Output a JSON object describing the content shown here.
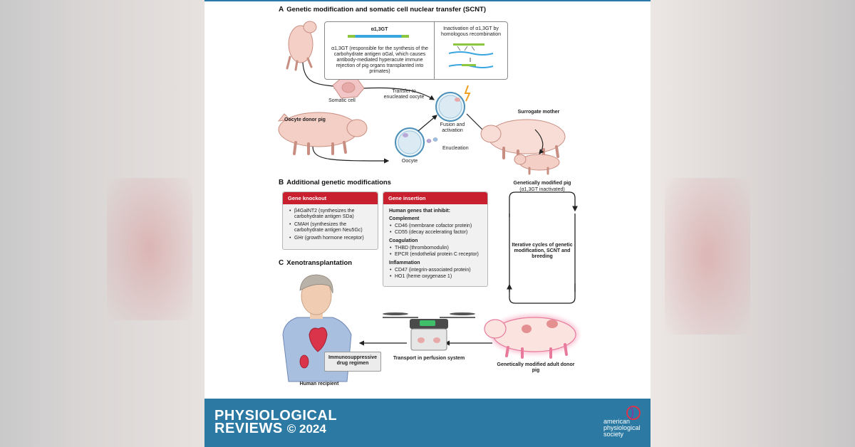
{
  "sections": {
    "a": {
      "letter": "A",
      "title": "Genetic modification and somatic cell nuclear transfer (SCNT)"
    },
    "b": {
      "letter": "B",
      "title": "Additional genetic modifications"
    },
    "c": {
      "letter": "C",
      "title": "Xenotransplantation"
    }
  },
  "panel_a": {
    "gene_label": "α1,3GT",
    "gene_desc": "α1,3GT (responsible for the synthesis of the carbohydrate antigen αGal, which causes antibody-mediated hyperacute immune rejection of pig organs transplanted into primates)",
    "inactivation": "Inactivation of α1,3GT by homologous recombination",
    "somatic_cell": "Somatic cell",
    "transfer": "Transfer to enucleated oocyte",
    "fusion": "Fusion and activation",
    "oocyte_donor": "Oocyte donor pig",
    "enucleation": "Enucleation",
    "oocyte": "Oocyte",
    "surrogate": "Surrogate mother",
    "modified_pig_title": "Genetically modified pig",
    "modified_pig_sub": "(α1,3GT inactivated)"
  },
  "panel_b": {
    "knockout_title": "Gene knockout",
    "knockout_items": [
      "β4GalNT2 (synthesizes the carbohydrate antigen SDa)",
      "CMAH (synthesizes the carbohydrate antigen Neu5Gc)",
      "GHr (growth hormone receptor)"
    ],
    "insertion_title": "Gene insertion",
    "insertion_intro": "Human genes that inhibit:",
    "groups": [
      {
        "name": "Complement",
        "items": [
          "CD46 (membrane cofactor protein)",
          "CD55 (decay accelerating factor)"
        ]
      },
      {
        "name": "Coagulation",
        "items": [
          "THBD (thrombomodulin)",
          "EPCR (endothelial protein C receptor)"
        ]
      },
      {
        "name": "Inflammation",
        "items": [
          "CD47 (integrin-associated protein)",
          "HO1 (heme oxygenase 1)"
        ]
      }
    ],
    "cycle_text": "Iterative cycles of genetic modification, SCNT and breeding"
  },
  "panel_c": {
    "drug": "Immunosuppressive drug regimen",
    "recipient": "Human recipient",
    "transport": "Transport in perfusion system",
    "donor": "Genetically modified adult donor pig"
  },
  "footer": {
    "journal_line1": "PHYSIOLOGICAL",
    "journal_line2": "REVIEWS",
    "copyright": "© 2024",
    "society": [
      "american",
      "physiological",
      "society"
    ]
  },
  "colors": {
    "accent_red": "#c8202e",
    "footer_blue": "#2c7aa3",
    "pig_pink": "#f4cfc6",
    "pig_outline": "#c98e82",
    "gene_blue": "#3aa6e0",
    "gene_green": "#8cc63f"
  }
}
